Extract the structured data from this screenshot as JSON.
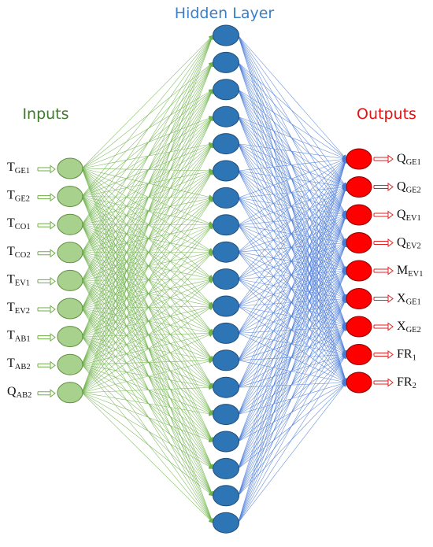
{
  "headers": {
    "hidden": "Hidden Layer",
    "inputs": "Inputs",
    "outputs": "Outputs"
  },
  "colors": {
    "hidden_title": "#3b7fc4",
    "inputs_title": "#3f7a2e",
    "outputs_title": "#e81010",
    "input_fill": "#a9d18e",
    "input_stroke": "#5e8f3e",
    "hidden_fill": "#2e75b6",
    "hidden_stroke": "#1f4e79",
    "output_fill": "#ff0000",
    "output_stroke": "#8b0000",
    "green_edge": "#6fb34a",
    "blue_edge": "#4a7bd6",
    "input_arrow": "#70ad47",
    "output_arrow": "#e02020"
  },
  "inputs": [
    {
      "main": "T",
      "sub": "GE1"
    },
    {
      "main": "T",
      "sub": "GE2"
    },
    {
      "main": "T",
      "sub": "CO1"
    },
    {
      "main": "T",
      "sub": "CO2"
    },
    {
      "main": "T",
      "sub": "EV1"
    },
    {
      "main": "T",
      "sub": "EV2"
    },
    {
      "main": "T",
      "sub": "AB1"
    },
    {
      "main": "T",
      "sub": "AB2"
    },
    {
      "main": "Q",
      "sub": "AB2"
    }
  ],
  "outputs": [
    {
      "main": "Q",
      "sub": "GE1"
    },
    {
      "main": "Q",
      "sub": "GE2"
    },
    {
      "main": "Q",
      "sub": "EV1"
    },
    {
      "main": "Q",
      "sub": "EV2"
    },
    {
      "main": "M",
      "sub": "EV1"
    },
    {
      "main": "X",
      "sub": "GE1"
    },
    {
      "main": "X",
      "sub": "GE2"
    },
    {
      "main": "FR",
      "sub": "1"
    },
    {
      "main": "FR",
      "sub": "2"
    }
  ],
  "hidden_count": 19
}
